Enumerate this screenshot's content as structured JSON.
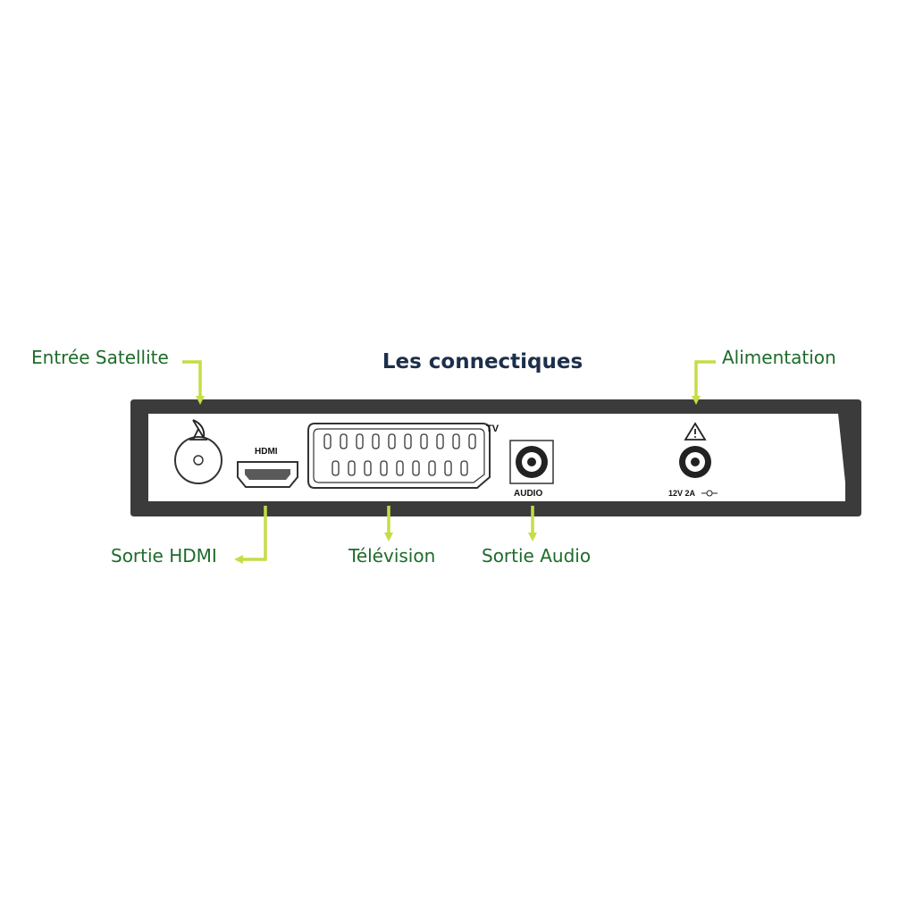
{
  "title": "Les connectiques",
  "callouts": {
    "satellite": "Entrée Satellite",
    "power": "Alimentation",
    "hdmi": "Sortie HDMI",
    "tv": "Télévision",
    "audio": "Sortie Audio"
  },
  "panel": {
    "hdmi_label": "HDMI",
    "tv_label": "TV",
    "audio_label": "AUDIO",
    "power_label": "12V 2A"
  },
  "colors": {
    "label_green": "#1e6b2a",
    "arrow_yellow": "#c7dc46",
    "title_navy": "#1c2f4a",
    "casing": "#3b3b3b"
  },
  "icons": [
    "satellite-dish-icon",
    "warning-triangle-icon",
    "dc-polarity-icon"
  ]
}
